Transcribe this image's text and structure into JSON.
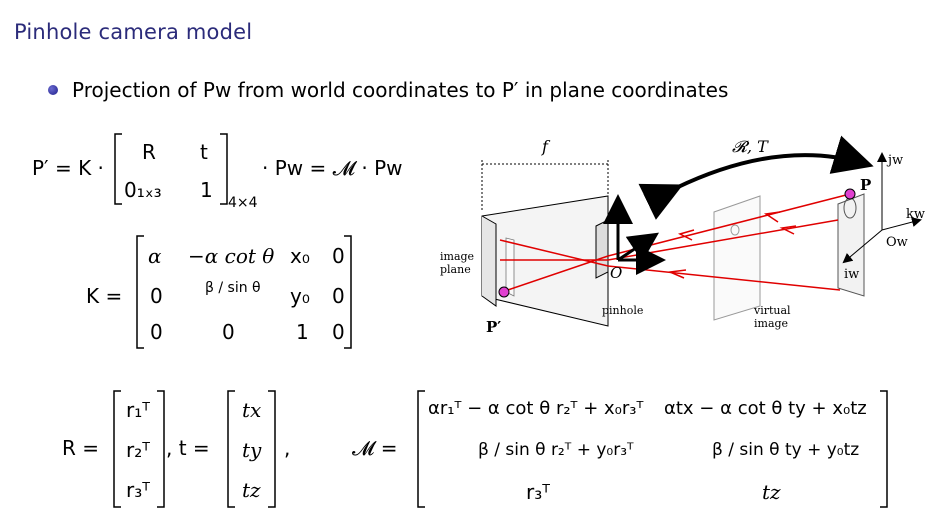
{
  "title": "Pinhole camera model",
  "bullet": "Projection of Pw from world coordinates to P′ in plane coordinates",
  "eq_top": {
    "lhs": "P′ = K ·",
    "mat": [
      "R",
      "t",
      "0₁ₓ₃",
      "1"
    ],
    "dim": "4×4",
    "rhs": "· Pw = 𝓜 · Pw"
  },
  "eq_K": {
    "lhs": "K =",
    "rows": [
      [
        "α",
        "−α cot θ",
        "x₀",
        "0"
      ],
      [
        "0",
        "β / sin θ",
        "y₀",
        "0"
      ],
      [
        "0",
        "0",
        "1",
        "0"
      ]
    ]
  },
  "eq_R": {
    "lhs": "R =",
    "rows": [
      "r₁ᵀ",
      "r₂ᵀ",
      "r₃ᵀ"
    ]
  },
  "eq_t": {
    "lhs": ", t =",
    "rows": [
      "tx",
      "ty",
      "tz"
    ],
    "trail": ","
  },
  "eq_M": {
    "lhs": "𝓜 =",
    "rows": [
      [
        "αr₁ᵀ − α cot θ r₂ᵀ + x₀r₃ᵀ",
        "αtx − α cot θ ty + x₀tz"
      ],
      [
        "β / sin θ r₂ᵀ + y₀r₃ᵀ",
        "β / sin θ ty + y₀tz"
      ],
      [
        "r₃ᵀ",
        "tz"
      ]
    ]
  },
  "diagram": {
    "f": "f",
    "RT": "𝓡, T",
    "j_w": "jw",
    "k_w": "kw",
    "O_w": "Ow",
    "i_w": "iw",
    "P": "P",
    "P_prime": "P′",
    "O": "O",
    "image_plane": [
      "image",
      "plane"
    ],
    "pinhole": "pinhole",
    "virtual_image": [
      "virtual",
      "image"
    ]
  }
}
